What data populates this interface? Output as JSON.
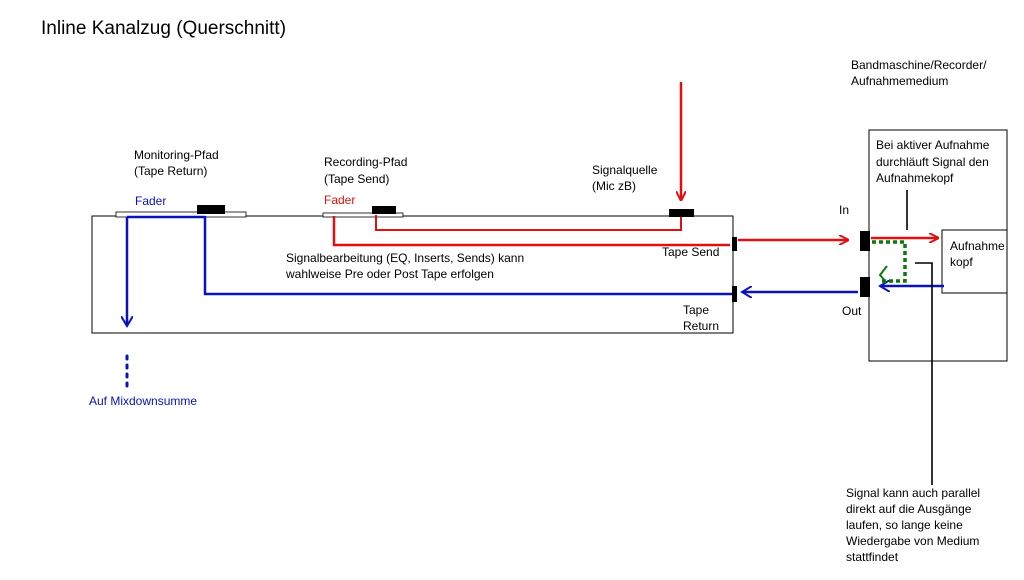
{
  "title": "Inline Kanalzug (Querschnitt)",
  "labels": {
    "recorder": [
      "Bandmaschine/Recorder/",
      "Aufnahmemedium"
    ],
    "monitoring": [
      "Monitoring-Pfad",
      "(Tape Return)"
    ],
    "recording": [
      "Recording-Pfad",
      "(Tape Send)"
    ],
    "source": [
      "Signalquelle",
      "(Mic zB)"
    ],
    "fader_monitor": "Fader",
    "fader_record": "Fader",
    "processing": [
      "Signalbearbeitung (EQ, Inserts, Sends) kann",
      "wahlweise Pre oder Post Tape erfolgen"
    ],
    "tape_send": "Tape Send",
    "tape_return": [
      "Tape",
      "Return"
    ],
    "in": "In",
    "out": "Out",
    "recording_note": [
      "Bei aktiver Aufnahme",
      "durchläuft Signal den",
      "Aufnahmekopf"
    ],
    "head": [
      "Aufnahme",
      "kopf"
    ],
    "mixdown": "Auf Mixdownsumme",
    "parallel_note": [
      "Signal kann auch parallel",
      "direkt auf die Ausgänge",
      "laufen, so lange keine",
      "Wiedergabe von Medium",
      "stattfindet"
    ]
  },
  "colors": {
    "record_path": "#e01010",
    "monitor_path": "#0a12b8",
    "parallel_path": "#0a7a0a",
    "outline": "#000000"
  }
}
